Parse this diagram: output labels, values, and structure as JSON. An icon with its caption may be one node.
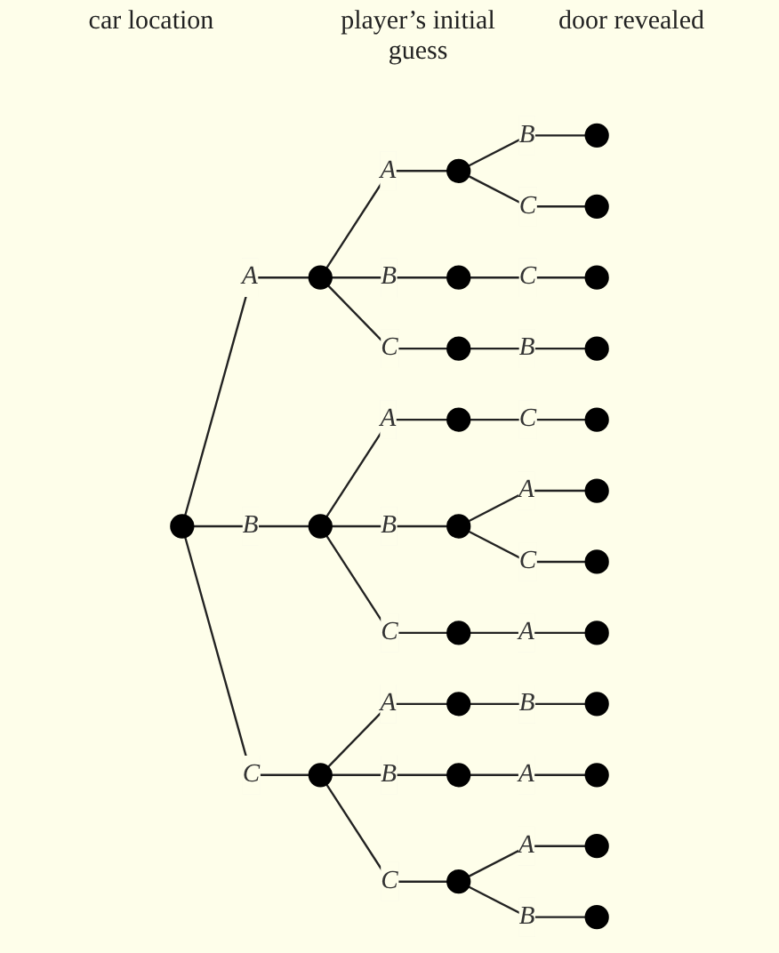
{
  "diagram": {
    "nodes": [
      {
        "text": [],
        "shape": "circle"
      },
      {
        "text": [],
        "shape": "circle"
      },
      {
        "text": [],
        "shape": "circle"
      },
      {
        "text": [],
        "shape": "circle"
      },
      {
        "text": [],
        "shape": "circle"
      },
      {
        "text": [],
        "shape": "circle"
      },
      {
        "text": [],
        "shape": "circle"
      },
      {
        "text": [],
        "shape": "circle"
      },
      {
        "text": [],
        "shape": "circle"
      },
      {
        "text": [],
        "shape": "circle"
      },
      {
        "text": [],
        "shape": "circle"
      },
      {
        "text": [],
        "shape": "circle"
      },
      {
        "text": [],
        "shape": "circle"
      },
      {
        "text": [],
        "shape": "circle"
      },
      {
        "text": [],
        "shape": "circle"
      },
      {
        "text": [],
        "shape": "circle"
      },
      {
        "text": [],
        "shape": "circle"
      },
      {
        "text": [],
        "shape": "circle"
      },
      {
        "text": [],
        "shape": "circle"
      },
      {
        "text": [],
        "shape": "circle"
      },
      {
        "text": [],
        "shape": "circle"
      },
      {
        "text": [],
        "shape": "circle"
      },
      {
        "text": [],
        "shape": "circle"
      },
      {
        "text": [],
        "shape": "circle"
      },
      {
        "text": [],
        "shape": "circle"
      }
    ],
    "edges": [
      {
        "from": 0,
        "to": 1,
        "arrow": "none",
        "label": "A"
      },
      {
        "from": 0,
        "to": 2,
        "arrow": "none",
        "label": "B"
      },
      {
        "from": 0,
        "to": 3,
        "arrow": "none",
        "label": "C"
      },
      {
        "from": 1,
        "to": 4,
        "arrow": "none",
        "label": "A"
      },
      {
        "from": 1,
        "to": 5,
        "arrow": "none",
        "label": "B"
      },
      {
        "from": 1,
        "to": 6,
        "arrow": "none",
        "label": "C"
      },
      {
        "from": 2,
        "to": 7,
        "arrow": "none",
        "label": "A"
      },
      {
        "from": 2,
        "to": 8,
        "arrow": "none",
        "label": "B"
      },
      {
        "from": 2,
        "to": 9,
        "arrow": "none",
        "label": "C"
      },
      {
        "from": 3,
        "to": 10,
        "arrow": "none",
        "label": "A"
      },
      {
        "from": 3,
        "to": 11,
        "arrow": "none",
        "label": "B"
      },
      {
        "from": 3,
        "to": 12,
        "arrow": "none",
        "label": "C"
      },
      {
        "from": 4,
        "to": 13,
        "arrow": "none",
        "label": "B"
      },
      {
        "from": 4,
        "to": 14,
        "arrow": "none",
        "label": "C"
      },
      {
        "from": 5,
        "to": 15,
        "arrow": "none",
        "label": "C"
      },
      {
        "from": 6,
        "to": 16,
        "arrow": "none",
        "label": "B"
      },
      {
        "from": 7,
        "to": 17,
        "arrow": "none",
        "label": "C"
      },
      {
        "from": 8,
        "to": 18,
        "arrow": "none",
        "label": "A"
      },
      {
        "from": 8,
        "to": 19,
        "arrow": "none",
        "label": "C"
      },
      {
        "from": 9,
        "to": 20,
        "arrow": "none",
        "label": "A"
      },
      {
        "from": 10,
        "to": 21,
        "arrow": "none",
        "label": "B"
      },
      {
        "from": 11,
        "to": 22,
        "arrow": "none",
        "label": "A"
      },
      {
        "from": 12,
        "to": 23,
        "arrow": "none",
        "label": "A"
      },
      {
        "from": 12,
        "to": 24,
        "arrow": "none",
        "label": "B"
      }
    ],
    "labels": [
      "car location",
      "player’s initial guess",
      "door revealed"
    ]
  }
}
